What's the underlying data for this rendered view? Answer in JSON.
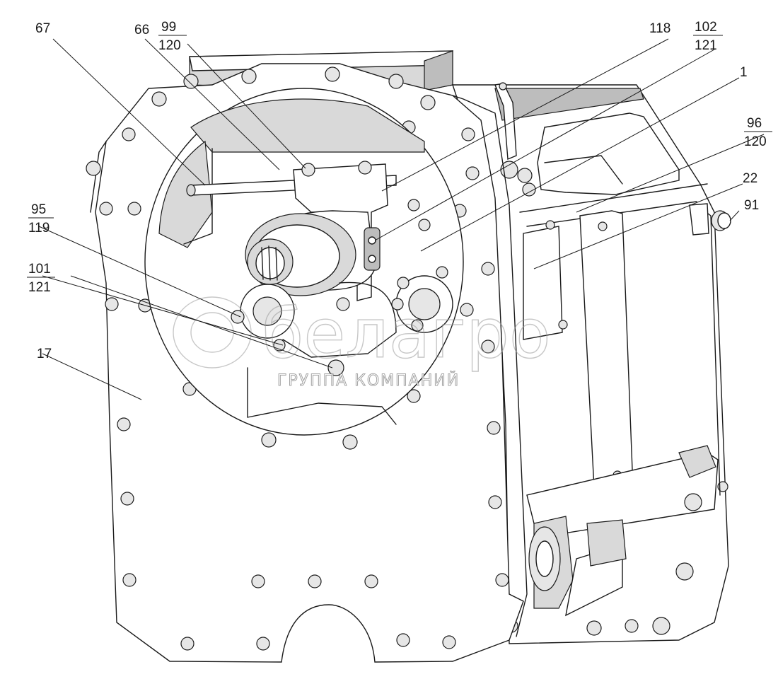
{
  "diagram": {
    "callouts": [
      {
        "id": "c67",
        "text": "67"
      },
      {
        "id": "c66",
        "text": "66"
      },
      {
        "id": "c99",
        "top": "99",
        "bottom": "120"
      },
      {
        "id": "c118",
        "text": "118"
      },
      {
        "id": "c102",
        "top": "102",
        "bottom": "121"
      },
      {
        "id": "c1",
        "text": "1"
      },
      {
        "id": "c96",
        "top": "96",
        "bottom": "120"
      },
      {
        "id": "c22",
        "text": "22"
      },
      {
        "id": "c91",
        "text": "91"
      },
      {
        "id": "c95",
        "top": "95",
        "bottom": "119"
      },
      {
        "id": "c101",
        "top": "101",
        "bottom": "121"
      },
      {
        "id": "c17",
        "text": "17"
      }
    ]
  },
  "watermark": {
    "brand": "белагро",
    "subtitle": "ГРУППА КОМПАНИЙ"
  }
}
